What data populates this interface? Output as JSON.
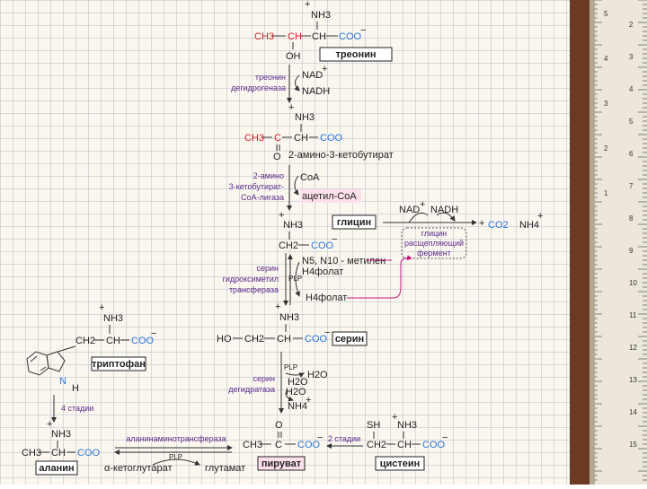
{
  "threonine": {
    "nh3": "NH3",
    "ch3": "CH3",
    "ch1": "CH",
    "ch2": "CH",
    "coo": "COO",
    "oh": "OH",
    "name": "треонин"
  },
  "step1": {
    "enzyme_line1": "треонин",
    "enzyme_line2": "дегидрогеназа",
    "nad": "NAD",
    "nadh": "NADH"
  },
  "ketobutyrate": {
    "nh3": "NH3",
    "ch3": "CH3",
    "c": "C",
    "ch": "CH",
    "coo": "COO",
    "o": "O",
    "name": "2-амино-3-кетобутират"
  },
  "step2": {
    "enzyme_line1": "2-амино",
    "enzyme_line2": "3-кетобутират-",
    "enzyme_line3": "CoA-лигаза",
    "coa": "CoA",
    "acetyl": "ацетил-CoA"
  },
  "glycine": {
    "nh3": "NH3",
    "ch2": "CH2",
    "coo": "COO",
    "name": "глицин"
  },
  "cleavage": {
    "nad": "NAD",
    "nadh": "NADH",
    "co2": "CO2",
    "nh4": "NH4",
    "enzyme_line1": "глицин",
    "enzyme_line2": "расщепляющий",
    "enzyme_line3": "фермент"
  },
  "shmt": {
    "enzyme_line1": "серин",
    "enzyme_line2": "гидроксиметил",
    "enzyme_line3": "трансфераза",
    "plp": "PLP",
    "methylene": "N5, N10 - метилен",
    "h4folate": "H4фолат",
    "h4folate2": "H4фолат"
  },
  "serine": {
    "nh3": "NH3",
    "ho": "HO",
    "ch2": "CH2",
    "ch": "CH",
    "coo": "COO",
    "name": "серин"
  },
  "dehydratase": {
    "enzyme_line1": "серин",
    "enzyme_line2": "дегидратаза",
    "plp": "PLP",
    "h2o_out": "H2O",
    "h2o_in": "H2O",
    "nh4": "NH4"
  },
  "tryptophan": {
    "nh3": "NH3",
    "ch2": "CH2",
    "ch": "CH",
    "coo": "COO",
    "n": "N",
    "h": "H",
    "name": "триптофан",
    "steps": "4 стадии"
  },
  "alanine": {
    "nh3": "NH3",
    "ch3": "CH3",
    "ch": "CH",
    "coo": "COO",
    "name": "аланин"
  },
  "transaminase": {
    "enzyme": "аланинаминотрансфераза",
    "plp": "PLP",
    "ketoglutarate": "α-кетоглутарат",
    "glutamate": "глутамат"
  },
  "pyruvate": {
    "o": "O",
    "ch3": "CH3",
    "c": "C",
    "coo": "COO",
    "name": "пируват"
  },
  "cysteine": {
    "sh": "SH",
    "nh3": "NH3",
    "ch2": "CH2",
    "ch": "CH",
    "coo": "COO",
    "name": "цистеин",
    "steps": "2 стадии"
  },
  "ruler": {
    "numbers_left": [
      "5",
      "4",
      "3",
      "2",
      "1"
    ],
    "numbers_right": [
      "2",
      "3",
      "4",
      "5",
      "6",
      "7",
      "8",
      "9",
      "10",
      "11",
      "12",
      "13",
      "14",
      "15"
    ]
  },
  "colors": {
    "red": "#d2222a",
    "blue": "#2a76d6",
    "magenta": "#c0188a",
    "label": "#5a2a8a"
  }
}
